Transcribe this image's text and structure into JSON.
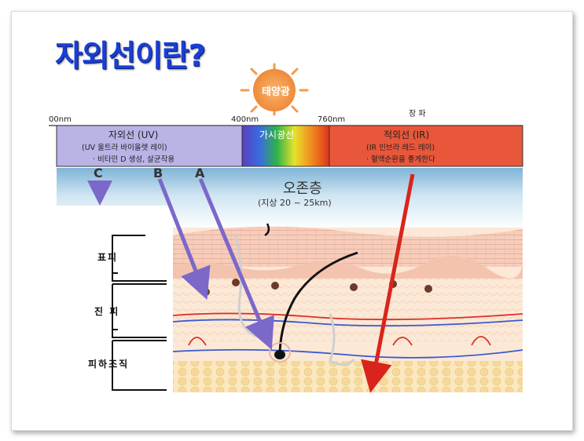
{
  "title": "자외선이란?",
  "sun": {
    "label": "태양광"
  },
  "spectrum": {
    "long_wave_label": "장 파",
    "nm_0": "00nm",
    "nm_400": "400nm",
    "nm_760": "760nm",
    "uv": {
      "title": "자외선 (UV)",
      "sub1": "(UV 울트라 바이올렛 레이)",
      "sub2": "· 비타민 D 생성, 살균작용",
      "color": "#b9b3e6"
    },
    "visible": {
      "title": "가시광선"
    },
    "ir": {
      "title": "적외선 (IR)",
      "sub1": "(IR 인브라 레드 레이)",
      "sub2": "· 혈액순환을 좋게한다",
      "color": "#e8573a"
    }
  },
  "rays": {
    "c": "C",
    "b": "B",
    "a": "A"
  },
  "ozone": {
    "title": "오존층",
    "sub": "(지상 20 ~ 25km)"
  },
  "skin_layers": {
    "epidermis": "표피",
    "dermis": "진 피",
    "subcutaneous": "피하조직"
  },
  "colors": {
    "title": "#1a3fd6",
    "uv_ray": "#7b68c9",
    "ir_ray": "#d9241c",
    "sun": "#f6a04d"
  }
}
